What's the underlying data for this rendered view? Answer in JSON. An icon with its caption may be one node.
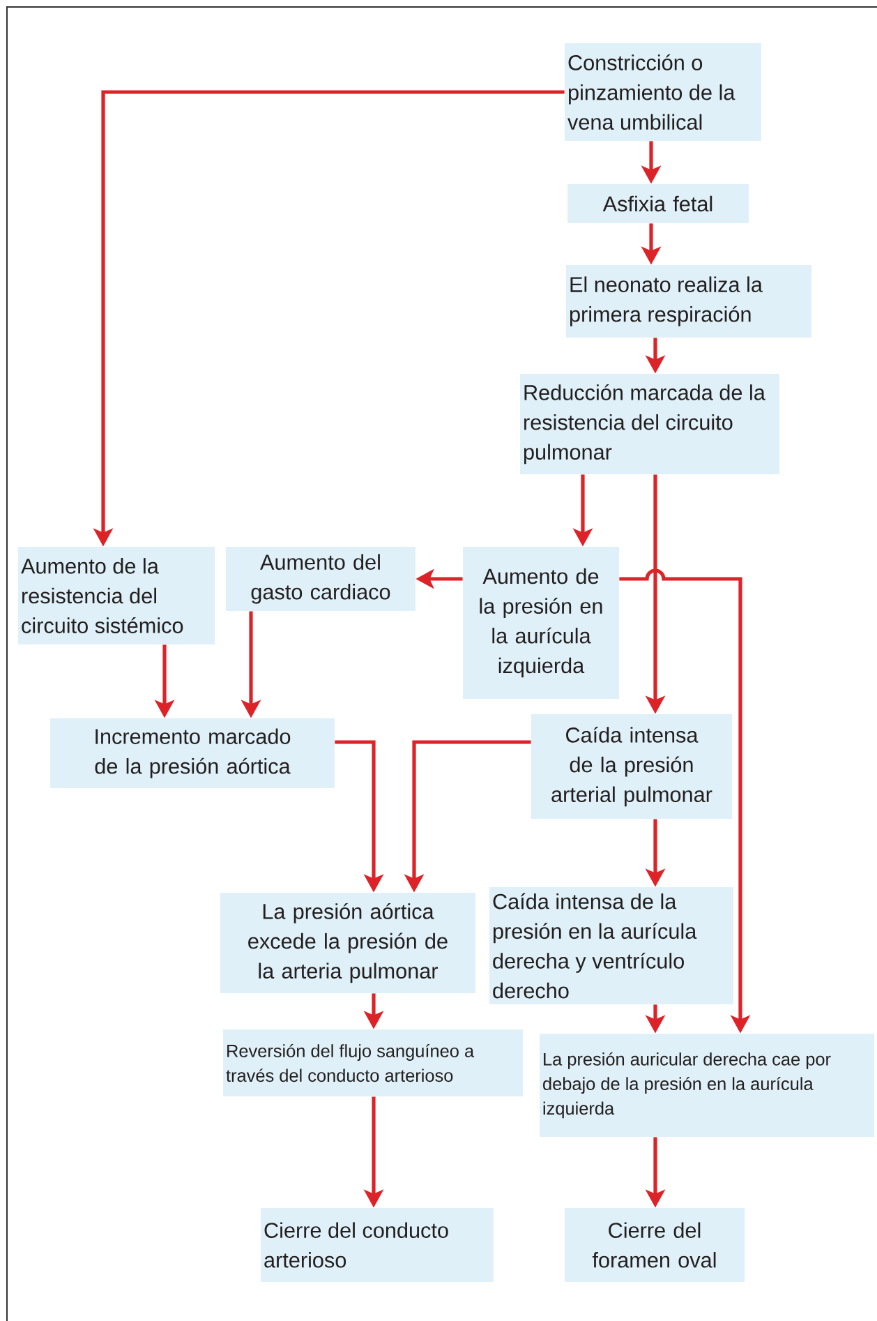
{
  "diagram": {
    "nodes": [
      {
        "text": [
          "Constricción o pinzamiento de la vena umbilical"
        ]
      },
      {
        "text": [
          "Asfixia fetal"
        ]
      },
      {
        "text": [
          "El neonato realiza la primera respiración"
        ]
      },
      {
        "text": [
          "Reducción marcada de la resistencia del circuito pulmonar"
        ]
      },
      {
        "text": [
          "Aumento de la resistencia del circuito sistémico"
        ]
      },
      {
        "text": [
          "Aumento del gasto cardiaco"
        ]
      },
      {
        "text": [
          "Aumento de la presión en la aurícula izquierda"
        ]
      },
      {
        "text": [
          "Incremento marcado de la presión aórtica"
        ]
      },
      {
        "text": [
          "Caída intensa de la presión arterial pulmonar"
        ]
      },
      {
        "text": [
          "La presión aórtica excede la presión de la arteria pulmonar"
        ]
      },
      {
        "text": [
          "Caída intensa de la presión en la aurícula derecha y ventrículo derecho"
        ]
      },
      {
        "text": [
          "Reversión del flujo sanguíneo a través del conducto arterioso"
        ]
      },
      {
        "text": [
          "La presión auricular derecha cae por debajo de la presión en la aurícula izquierda"
        ]
      },
      {
        "text": [
          "Cierre del conducto arterioso"
        ]
      },
      {
        "text": [
          "Cierre del foramen oval"
        ]
      }
    ],
    "edges": [
      {
        "from": 0,
        "to": 1,
        "arrow": "to"
      },
      {
        "from": 1,
        "to": 2,
        "arrow": "to"
      },
      {
        "from": 2,
        "to": 3,
        "arrow": "to"
      },
      {
        "from": 0,
        "to": 4,
        "arrow": "to"
      },
      {
        "from": 3,
        "to": 6,
        "arrow": "to"
      },
      {
        "from": 3,
        "to": 8,
        "arrow": "to"
      },
      {
        "from": 6,
        "to": 5,
        "arrow": "to"
      },
      {
        "from": 6,
        "to": 12,
        "arrow": "to"
      },
      {
        "from": 4,
        "to": 7,
        "arrow": "to"
      },
      {
        "from": 5,
        "to": 7,
        "arrow": "to"
      },
      {
        "from": 7,
        "to": 9,
        "arrow": "to"
      },
      {
        "from": 8,
        "to": 9,
        "arrow": "to"
      },
      {
        "from": 8,
        "to": 10,
        "arrow": "to"
      },
      {
        "from": 9,
        "to": 11,
        "arrow": "to"
      },
      {
        "from": 10,
        "to": 12,
        "arrow": "to"
      },
      {
        "from": 11,
        "to": 13,
        "arrow": "to"
      },
      {
        "from": 12,
        "to": 14,
        "arrow": "to"
      }
    ]
  }
}
